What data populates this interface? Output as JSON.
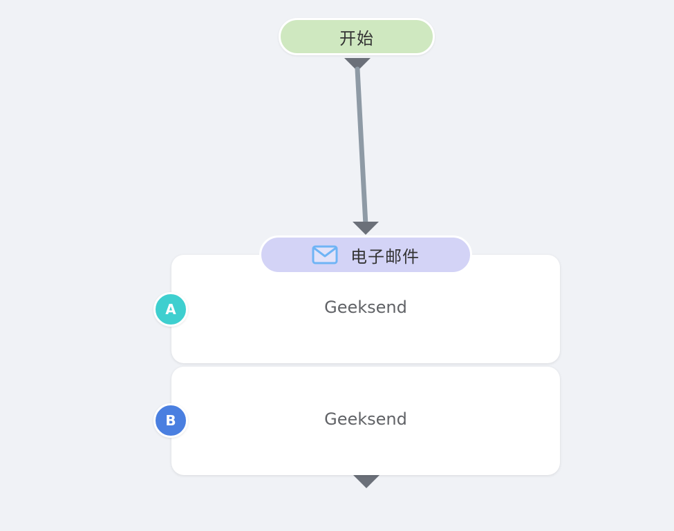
{
  "flow": {
    "start_label": "开始",
    "email_label": "电子邮件",
    "email_icon": "mail-icon",
    "variants": [
      {
        "badge": "A",
        "name": "Geeksend",
        "color": "#3ecfcf"
      },
      {
        "badge": "B",
        "name": "Geeksend",
        "color": "#4a7fe0"
      }
    ]
  },
  "colors": {
    "background": "#f0f2f6",
    "start_node": "#cfe8c0",
    "email_pill": "#d3d3f6",
    "connector": "#8e9aa5",
    "arrow": "#6b7079",
    "mail_icon": "#6fb4f5"
  }
}
